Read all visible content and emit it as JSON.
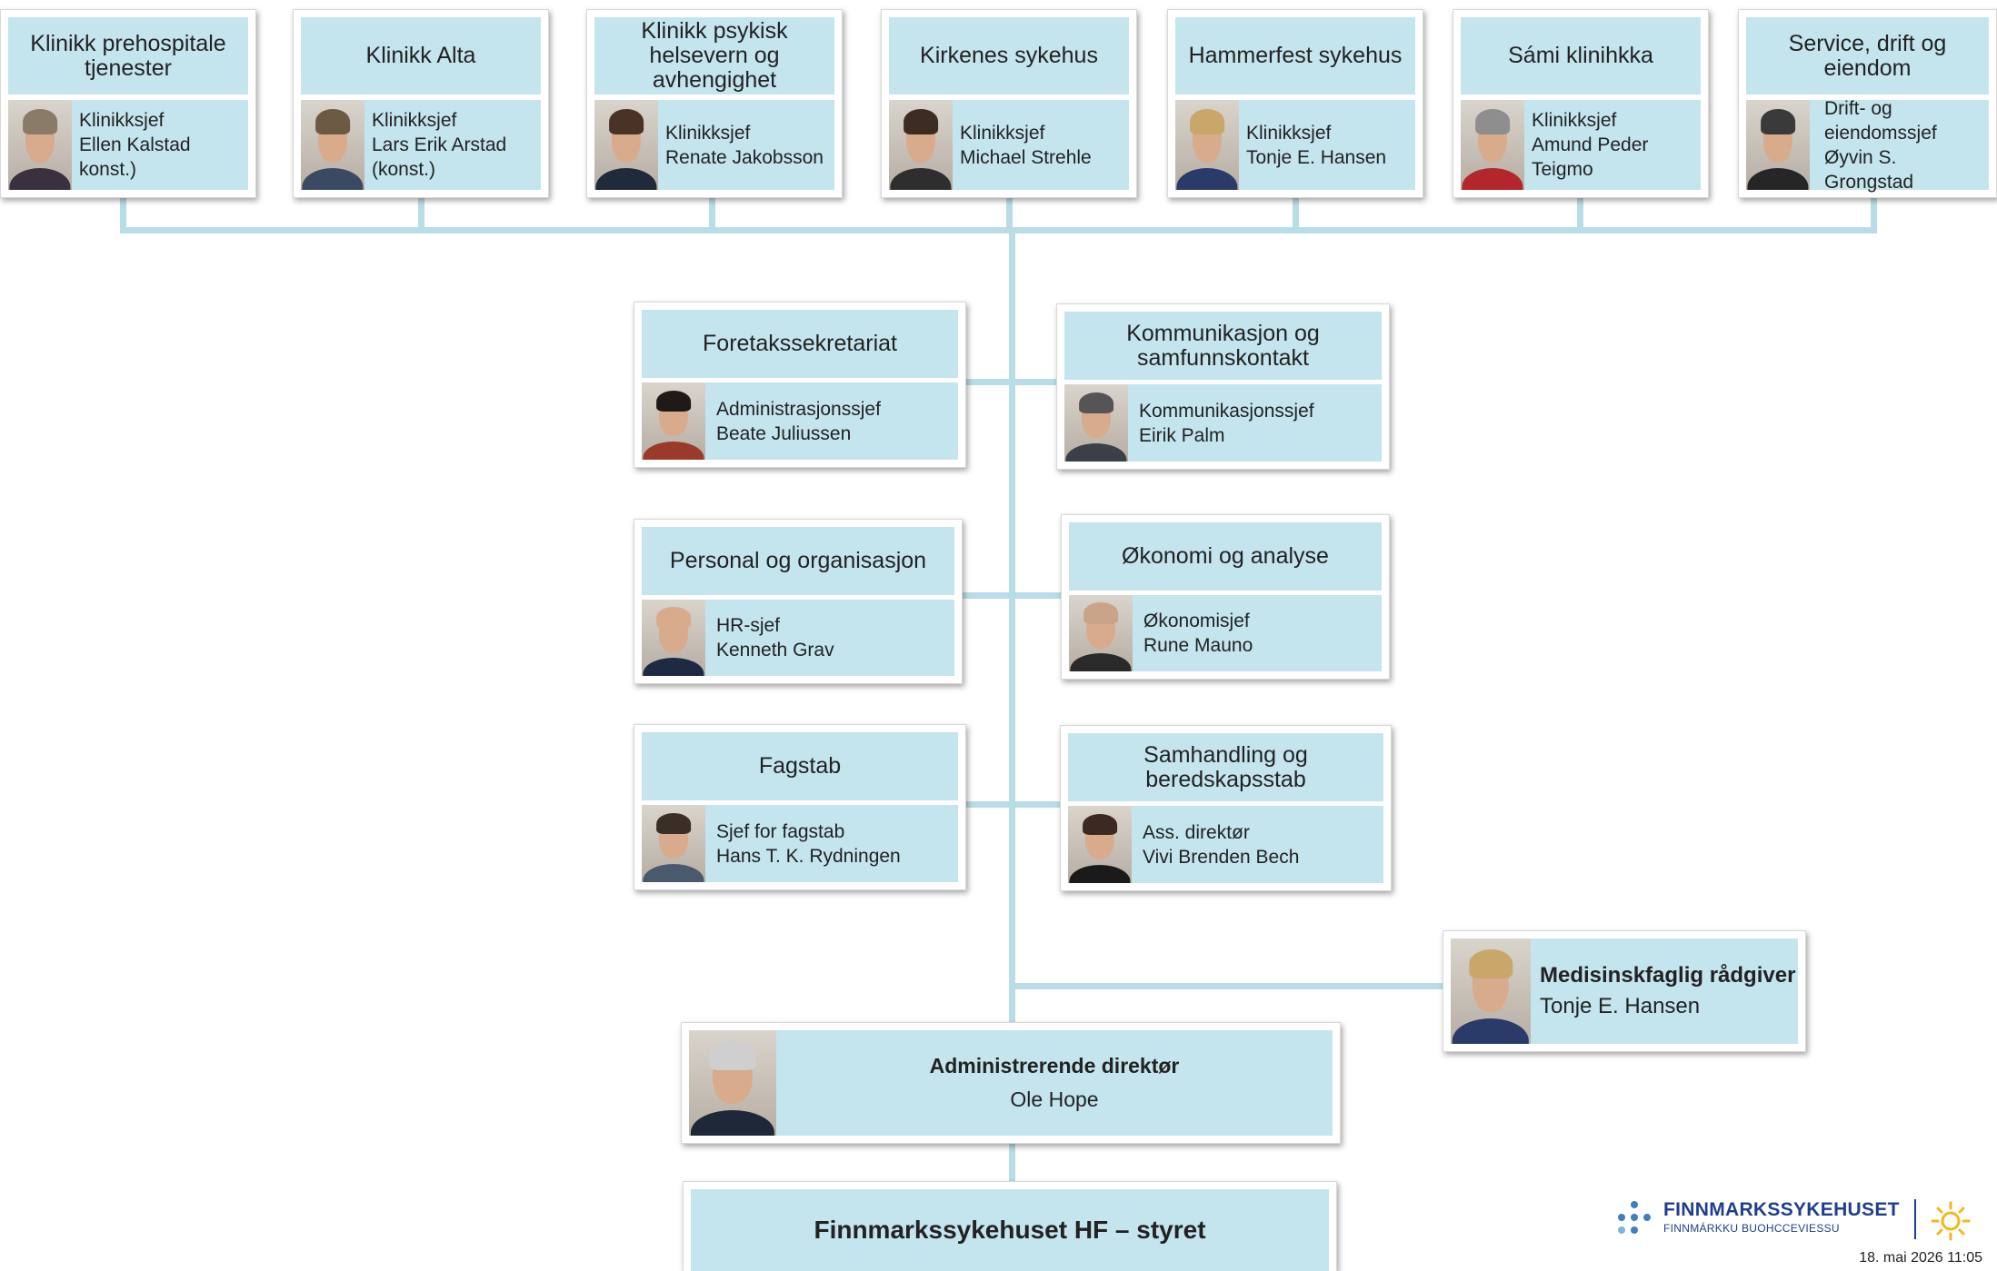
{
  "clinics": [
    {
      "title": "Klinikk prehospitale tjenester",
      "role": "Klinikksjef",
      "name": "Ellen Kalstad",
      "note": "konst.)"
    },
    {
      "title": "Klinikk Alta",
      "role": "Klinikksjef",
      "name": "Lars Erik Arstad",
      "note": "(konst.)"
    },
    {
      "title": "Klinikk psykisk helsevern og avhengighet",
      "role": "Klinikksjef",
      "name": "Renate Jakobsson",
      "note": ""
    },
    {
      "title": "Kirkenes sykehus",
      "role": "Klinikksjef",
      "name": "Michael Strehle",
      "note": ""
    },
    {
      "title": "Hammerfest sykehus",
      "role": "Klinikksjef",
      "name": "Tonje E. Hansen",
      "note": ""
    },
    {
      "title": "Sámi klinihkka",
      "role": "Klinikksjef",
      "name": "Amund Peder",
      "note": "Teigmo"
    },
    {
      "title": "Service, drift og eiendom",
      "role": "Drift- og",
      "name": "eiendomssjef",
      "note": "Øyvin S. Grongstad"
    }
  ],
  "staff": {
    "foretakssekretariat": {
      "title": "Foretakssekretariat",
      "role": "Administrasjonssjef",
      "name": "Beate Juliussen"
    },
    "kommunikasjon": {
      "title": "Kommunikasjon og samfunnskontakt",
      "role": "Kommunikasjonssjef",
      "name": "Eirik Palm"
    },
    "personal": {
      "title": "Personal og organisasjon",
      "role": "HR-sjef",
      "name": "Kenneth Grav"
    },
    "okonomi": {
      "title": "Økonomi og analyse",
      "role": "Økonomisjef",
      "name": "Rune Mauno"
    },
    "fagstab": {
      "title": "Fagstab",
      "role": "Sjef for fagstab",
      "name": "Hans T. K. Rydningen"
    },
    "samhandling": {
      "title": "Samhandling og beredskapsstab",
      "role": "Ass. direktør",
      "name": "Vivi Brenden Bech"
    }
  },
  "advisor": {
    "title": "Medisinskfaglig rådgiver",
    "name": "Tonje E. Hansen"
  },
  "director": {
    "title": "Administrerende direktør",
    "name": "Ole Hope"
  },
  "board": {
    "title": "Finnmarkssykehuset HF – styret"
  },
  "logo": {
    "main": "FINNMARKSSYKEHUSET",
    "sub": "FINNMÁRKKU BUOHCCEVIESSU"
  },
  "timestamp": "18. mai 2026 11:05",
  "colors": {
    "box_fill": "#c4e5ee",
    "connector": "#b8dde6",
    "logo_blue": "#1e3f8f",
    "sun_yellow": "#f2b81a"
  }
}
